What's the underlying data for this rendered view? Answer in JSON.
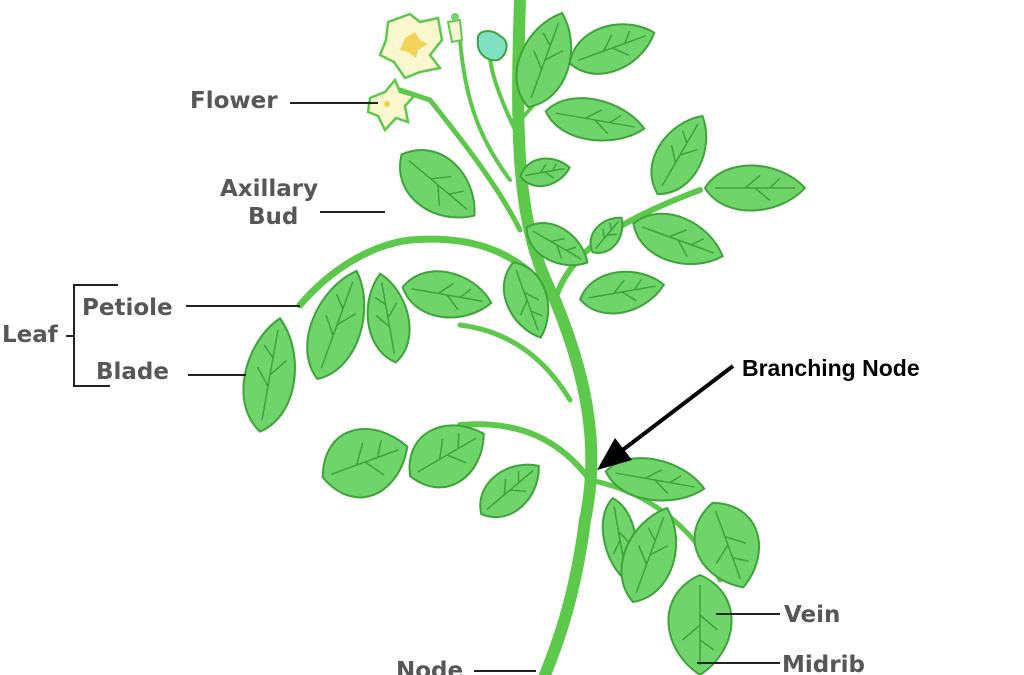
{
  "labels": {
    "flower": "Flower",
    "axillary_bud_1": "Axillary",
    "axillary_bud_2": "Bud",
    "leaf": "Leaf",
    "petiole": "Petiole",
    "blade": "Blade",
    "branching_node": "Branching Node",
    "vein": "Vein",
    "midrib": "Midrib",
    "node": "Node"
  },
  "colors": {
    "leaf_fill": "#6fd46a",
    "leaf_stroke": "#3da43a",
    "stem": "#5cc94a",
    "flower_fill": "#fbf8cf",
    "flower_center": "#f2d35a",
    "bud_fill": "#7fe0c4",
    "label_text": "#575757",
    "annotation_text": "#000000"
  }
}
